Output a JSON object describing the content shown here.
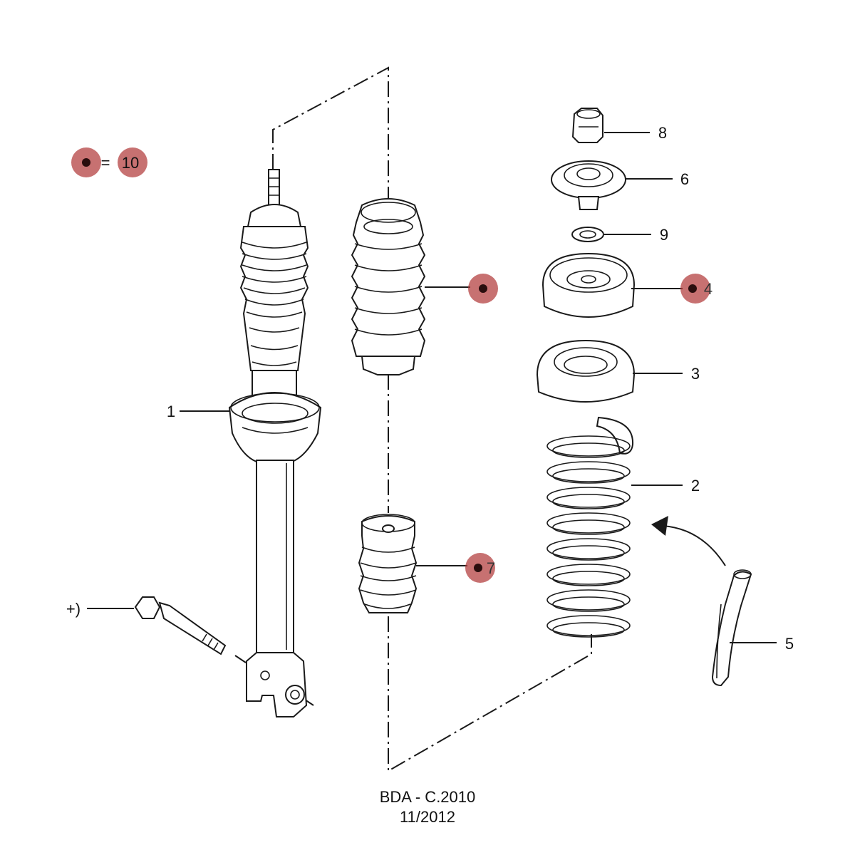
{
  "callouts": {
    "c1": "1",
    "c2": "2",
    "c3": "3",
    "c4": "4",
    "c5": "5",
    "c6": "6",
    "c7": "7",
    "c8": "8",
    "c9": "9",
    "c10": "10",
    "bolt": "+)",
    "equals": "="
  },
  "footer": {
    "code": "BDA - C.2010",
    "date": "11/2012"
  },
  "colors": {
    "highlight": "#b23a3a",
    "line": "#1a1a1a"
  }
}
